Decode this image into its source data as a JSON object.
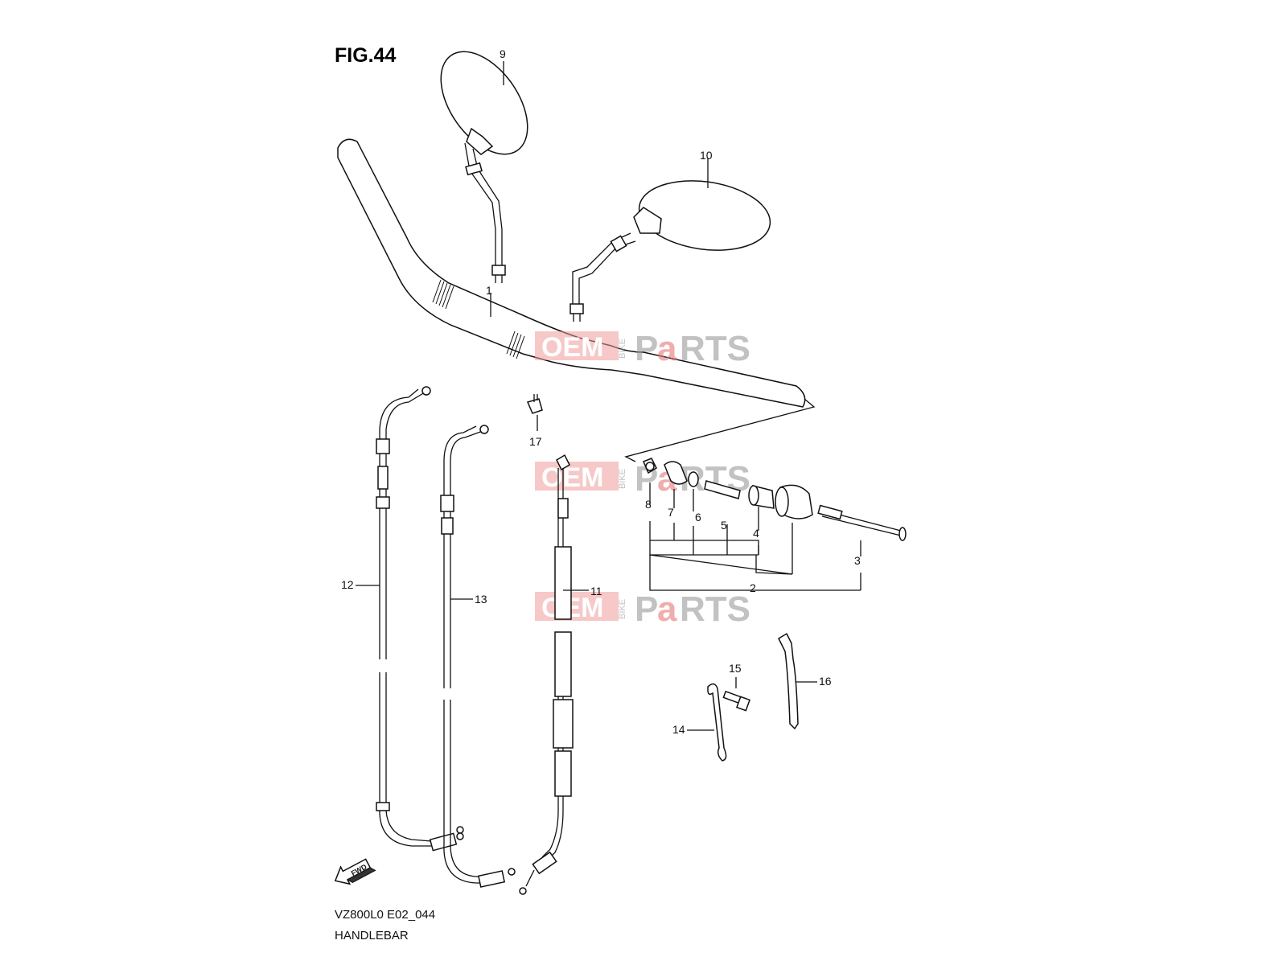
{
  "figure": {
    "title": "FIG.44",
    "model_code": "VZ800L0 E02_044",
    "section_name": "HANDLEBAR",
    "fwd_label": "FWD"
  },
  "watermark": {
    "brand_left": "OEM",
    "brand_small": "BIKE",
    "brand_p": "P",
    "brand_a": "a",
    "brand_right": "RTS"
  },
  "callouts": [
    {
      "id": "1"
    },
    {
      "id": "2"
    },
    {
      "id": "3"
    },
    {
      "id": "4"
    },
    {
      "id": "5"
    },
    {
      "id": "6"
    },
    {
      "id": "7"
    },
    {
      "id": "8"
    },
    {
      "id": "9"
    },
    {
      "id": "10"
    },
    {
      "id": "11"
    },
    {
      "id": "12"
    },
    {
      "id": "13"
    },
    {
      "id": "14"
    },
    {
      "id": "15"
    },
    {
      "id": "16"
    },
    {
      "id": "17"
    }
  ]
}
